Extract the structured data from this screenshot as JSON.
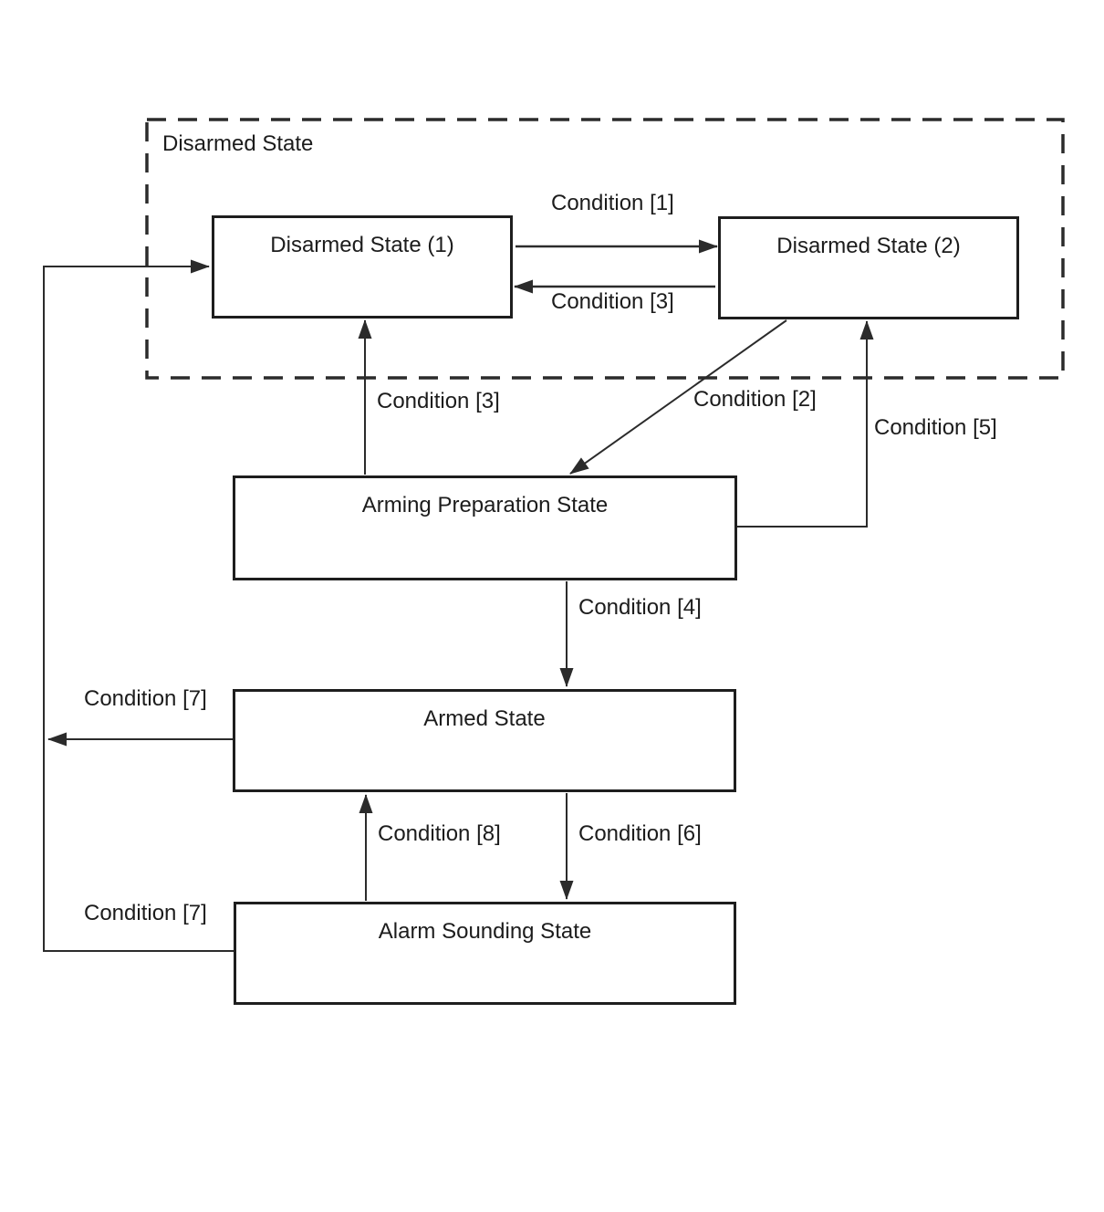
{
  "diagram": {
    "group": {
      "label": "Disarmed State"
    },
    "nodes": [
      {
        "id": "disarmed-state-1",
        "label": "Disarmed State (1)"
      },
      {
        "id": "disarmed-state-2",
        "label": "Disarmed State (2)"
      },
      {
        "id": "arming-preparation-state",
        "label": "Arming Preparation State"
      },
      {
        "id": "armed-state",
        "label": "Armed State"
      },
      {
        "id": "alarm-sounding-state",
        "label": "Alarm Sounding State"
      }
    ],
    "edges": [
      {
        "from": "disarmed-state-1",
        "to": "disarmed-state-2",
        "label": "Condition [1]"
      },
      {
        "from": "disarmed-state-2",
        "to": "disarmed-state-1",
        "label": "Condition [3]"
      },
      {
        "from": "arming-preparation-state",
        "to": "disarmed-state-1",
        "label": "Condition [3]"
      },
      {
        "from": "disarmed-state-2",
        "to": "arming-preparation-state",
        "label": "Condition [2]"
      },
      {
        "from": "arming-preparation-state",
        "to": "disarmed-state-2",
        "label": "Condition [5]"
      },
      {
        "from": "arming-preparation-state",
        "to": "armed-state",
        "label": "Condition [4]"
      },
      {
        "from": "armed-state",
        "to": "disarmed-state-1",
        "label": "Condition [7]"
      },
      {
        "from": "armed-state",
        "to": "alarm-sounding-state",
        "label": "Condition [6]"
      },
      {
        "from": "alarm-sounding-state",
        "to": "armed-state",
        "label": "Condition [8]"
      },
      {
        "from": "alarm-sounding-state",
        "to": "disarmed-state-1",
        "label": "Condition [7]"
      }
    ],
    "colors": {
      "line": "#2b2b2b",
      "text": "#1c1c1c",
      "background": "#ffffff"
    }
  }
}
